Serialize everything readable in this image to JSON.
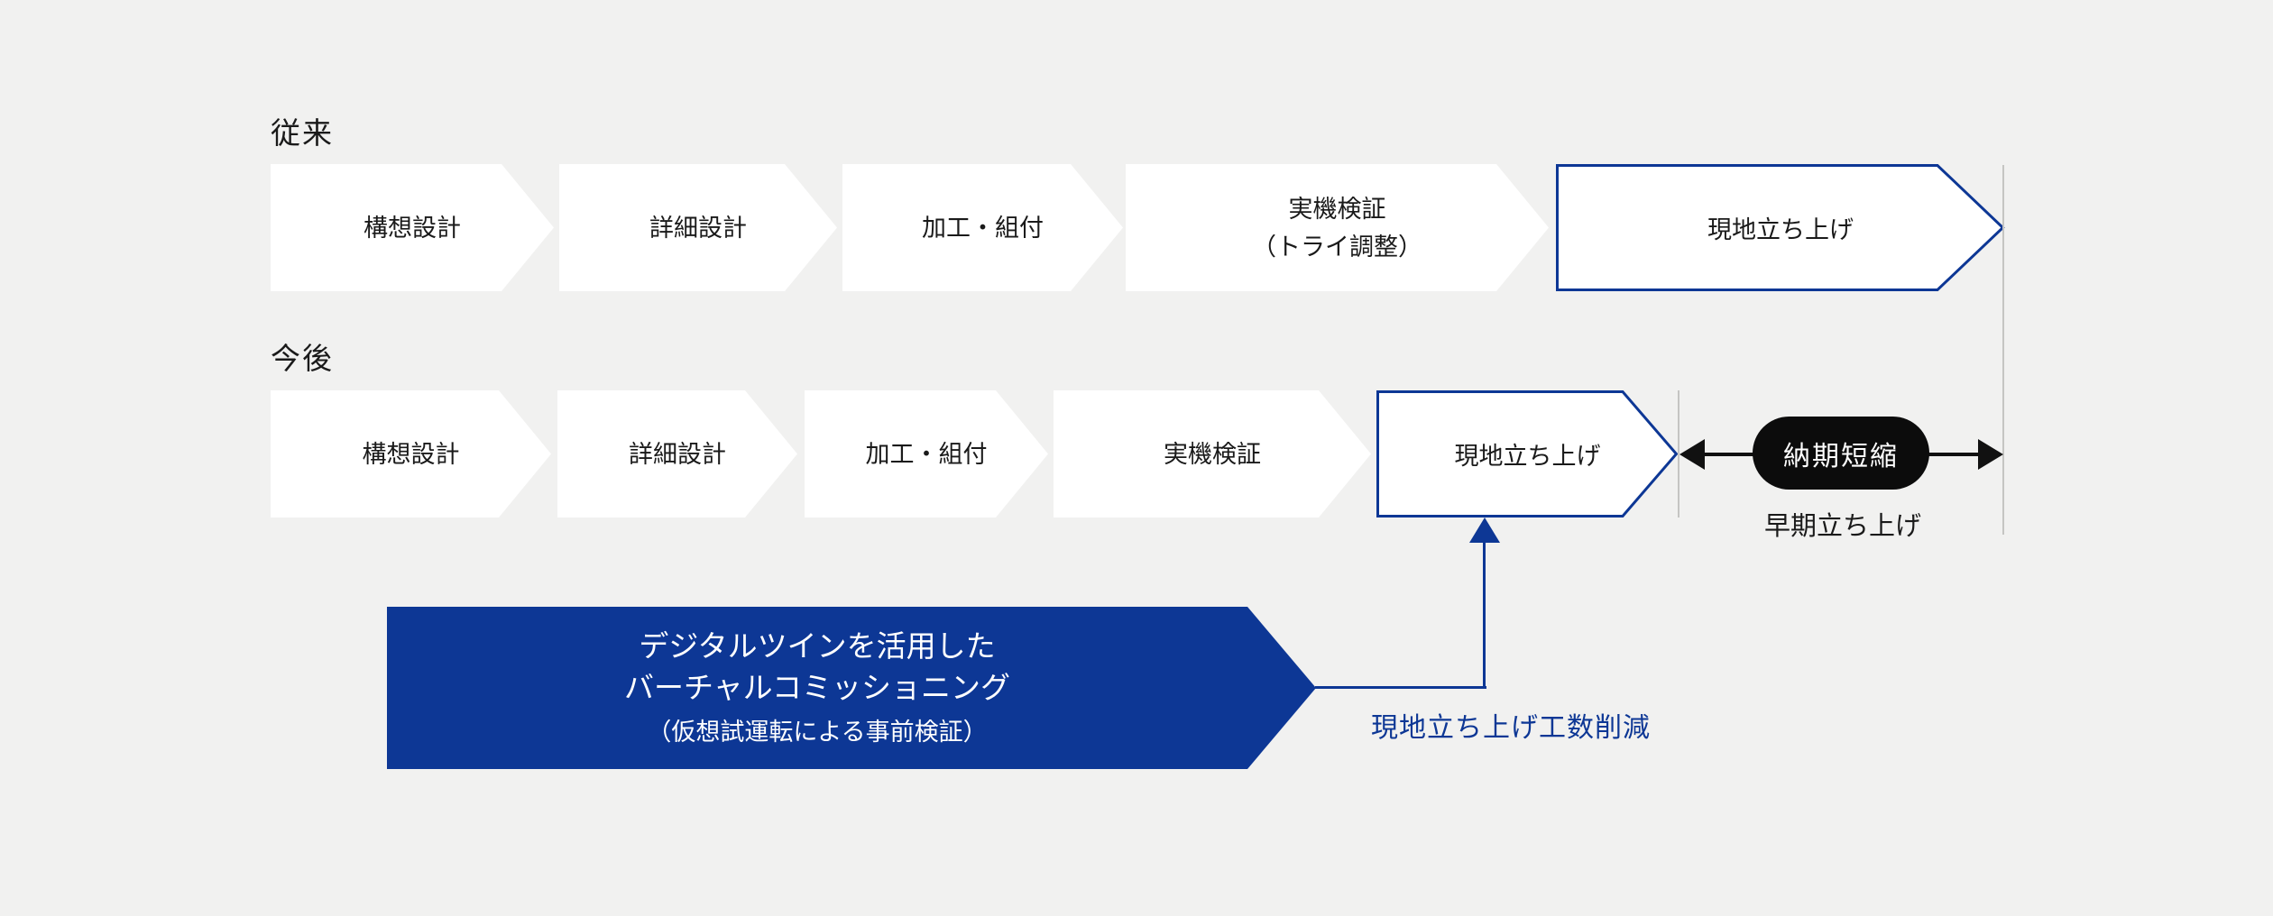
{
  "colors": {
    "background": "#f1f1f0",
    "accent_blue": "#0d3795",
    "outline_blue": "#0d3795",
    "pill_black": "#0c0c0c",
    "gray_reference_line": "#c5c5c3",
    "step_fill": "#ffffff",
    "text_dark": "#1a1a1a"
  },
  "rows": [
    {
      "label": "従来",
      "steps": [
        {
          "label": "構想設計"
        },
        {
          "label": "詳細設計"
        },
        {
          "label": "加工・組付"
        },
        {
          "label": "実機検証",
          "sublabel": "（トライ調整）"
        },
        {
          "label": "現地立ち上げ",
          "highlighted": true
        }
      ]
    },
    {
      "label": "今後",
      "steps": [
        {
          "label": "構想設計"
        },
        {
          "label": "詳細設計"
        },
        {
          "label": "加工・組付"
        },
        {
          "label": "実機検証"
        },
        {
          "label": "現地立ち上げ",
          "highlighted": true
        }
      ]
    }
  ],
  "delivery_reduction": {
    "badge": "納期短縮",
    "caption": "早期立ち上げ"
  },
  "banner": {
    "line1": "デジタルツインを活用した",
    "line2": "バーチャルコミッショニング",
    "line3": "（仮想試運転による事前検証）"
  },
  "callout": {
    "label": "現地立ち上げ工数削減"
  }
}
